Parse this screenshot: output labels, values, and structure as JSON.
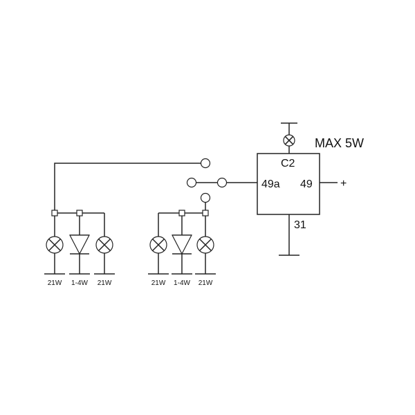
{
  "relay": {
    "max_rating": "MAX 5W",
    "pin_c2": "C2",
    "pin_49a": "49a",
    "pin_49": "49",
    "pin_31": "31",
    "plus_sign": "+"
  },
  "left_group": {
    "lamp_left": "21W",
    "indicator": "1-4W",
    "lamp_right": "21W"
  },
  "right_group": {
    "lamp_left": "21W",
    "indicator": "1-4W",
    "lamp_right": "21W"
  }
}
